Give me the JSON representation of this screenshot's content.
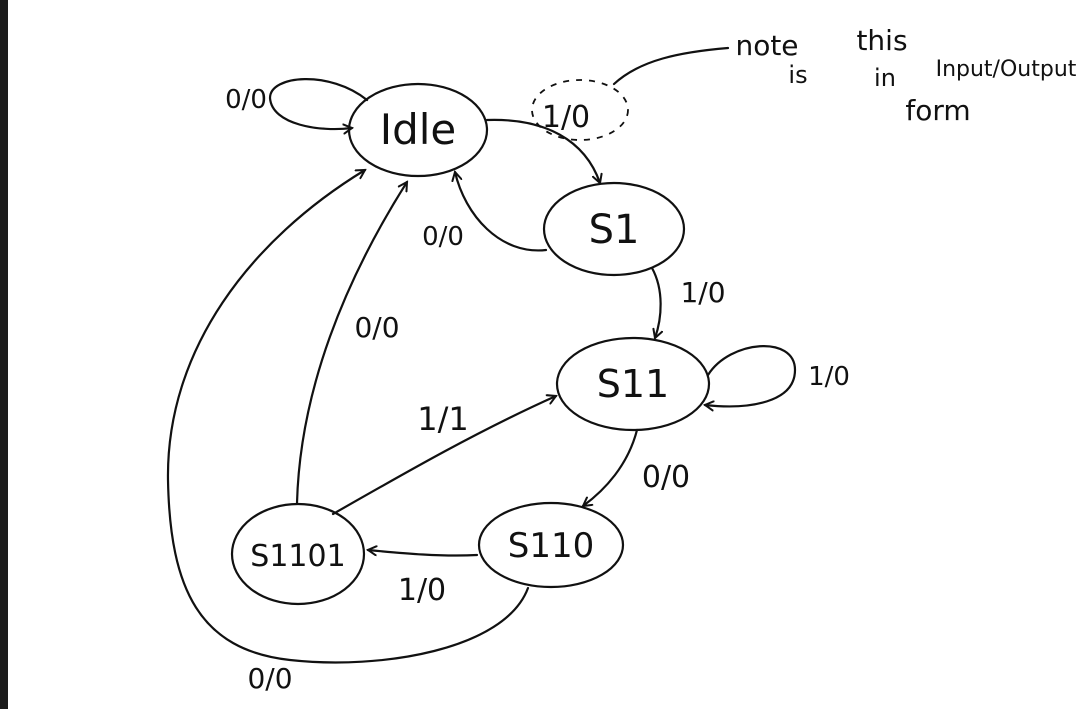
{
  "colors": {
    "ink": "#111111",
    "background": "#ffffff",
    "edge_bar": "#1c1c1c"
  },
  "states": {
    "idle": "Idle",
    "s1": "S1",
    "s11": "S11",
    "s110": "S110",
    "s1101": "S1101"
  },
  "transitions": {
    "idle_self": "0/0",
    "idle_to_s1": "1/0",
    "s1_to_idle": "0/0",
    "s1_to_s11": "1/0",
    "s11_self": "1/0",
    "s11_to_s110": "0/0",
    "s110_to_s1101": "1/0",
    "s1101_to_s11": "1/1",
    "s1101_to_idle": "0/0",
    "s110_to_idle": "0/0"
  },
  "note": {
    "line1": "note",
    "line2": "this",
    "line3": "is",
    "line4": "in",
    "line5": "Input/Output",
    "line6": "form"
  }
}
